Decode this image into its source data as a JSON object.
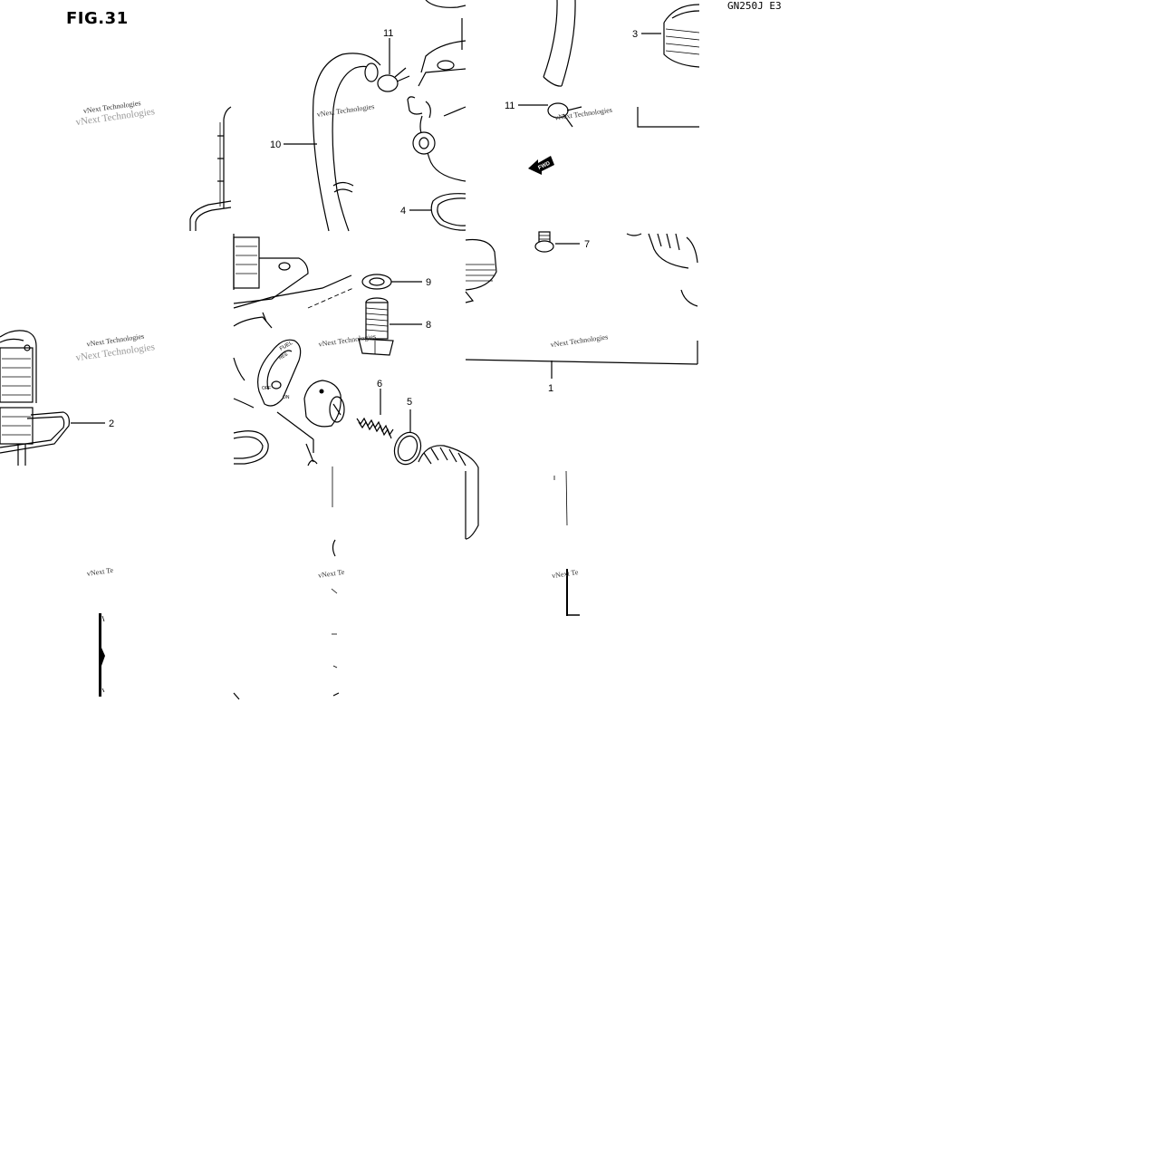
{
  "header": {
    "figure_label": "FIG.31",
    "model_code": "GN250J E3"
  },
  "watermark": {
    "line1": "vNext Technologies",
    "line2": "vNext Te"
  },
  "direction_mark": "FWD",
  "callouts": [
    {
      "id": "c1",
      "label": "1"
    },
    {
      "id": "c2",
      "label": "2"
    },
    {
      "id": "c3",
      "label": "3"
    },
    {
      "id": "c4",
      "label": "4"
    },
    {
      "id": "c5",
      "label": "5"
    },
    {
      "id": "c6",
      "label": "6"
    },
    {
      "id": "c7",
      "label": "7"
    },
    {
      "id": "c8",
      "label": "8"
    },
    {
      "id": "c9",
      "label": "9"
    },
    {
      "id": "c10",
      "label": "10"
    },
    {
      "id": "c11a",
      "label": "11"
    },
    {
      "id": "c11b",
      "label": "11"
    }
  ],
  "cock_text": {
    "fuel": "FUEL",
    "res": "RES",
    "off": "OFF",
    "on": "ON"
  }
}
